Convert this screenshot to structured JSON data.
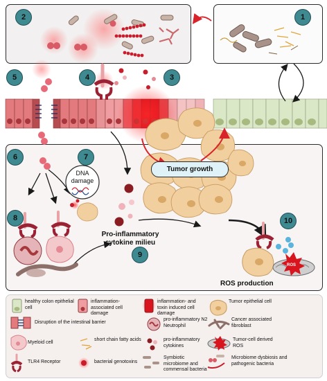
{
  "markers": [
    "1",
    "2",
    "3",
    "4",
    "5",
    "6",
    "7",
    "8",
    "9",
    "10"
  ],
  "labels": {
    "tumor_growth": "Tumor growth",
    "dna_damage_line1": "DNA",
    "dna_damage_line2": "damage",
    "cytokine_line1": "Pro-inflammatory",
    "cytokine_line2": "cytokine milieu",
    "ros_production": "ROS production",
    "ros_badge": "ROS"
  },
  "legend": [
    {
      "id": "healthy",
      "text": "healthy colon epithelial cell"
    },
    {
      "id": "inflam-assoc",
      "text": "inflammation-associated cell damage"
    },
    {
      "id": "toxin-induced",
      "text": "inflammation- and toxin induced cell damage"
    },
    {
      "id": "tumor-epi",
      "text": "Tumor epithelial cell"
    },
    {
      "id": "barrier",
      "text": "Disruption of the intestinal barrier"
    },
    {
      "id": "neutrophil",
      "text": "pro-inflammatory N2 Neutrophil"
    },
    {
      "id": "fibroblast",
      "text": "Cancer associated fibroblast"
    },
    {
      "id": "myeloid",
      "text": "Myeloid cell"
    },
    {
      "id": "scfa",
      "text": "short chain fatty acids"
    },
    {
      "id": "cytokines",
      "text": "pro-inflammatory cytokines"
    },
    {
      "id": "ros",
      "text": "Tumor-cell derived ROS"
    },
    {
      "id": "tlr4",
      "text": "TLR4 Receptor"
    },
    {
      "id": "genotoxins",
      "text": "bacterial genotoxins"
    },
    {
      "id": "symbiotic",
      "text": "Symbiotic microbiome and commensal bacteria"
    },
    {
      "id": "dysbiosis",
      "text": "Microbiome dysbiosis and pathogenic bacteria"
    }
  ],
  "colors": {
    "teal_marker": "#3f8a91",
    "healthy_cell": "#dbe8c8",
    "damaged_cell": "#e27a7e",
    "severe_cell": "#d8141e",
    "tumor_cell": "#f2cf9e",
    "panel_fill": "#f7f4f3"
  }
}
